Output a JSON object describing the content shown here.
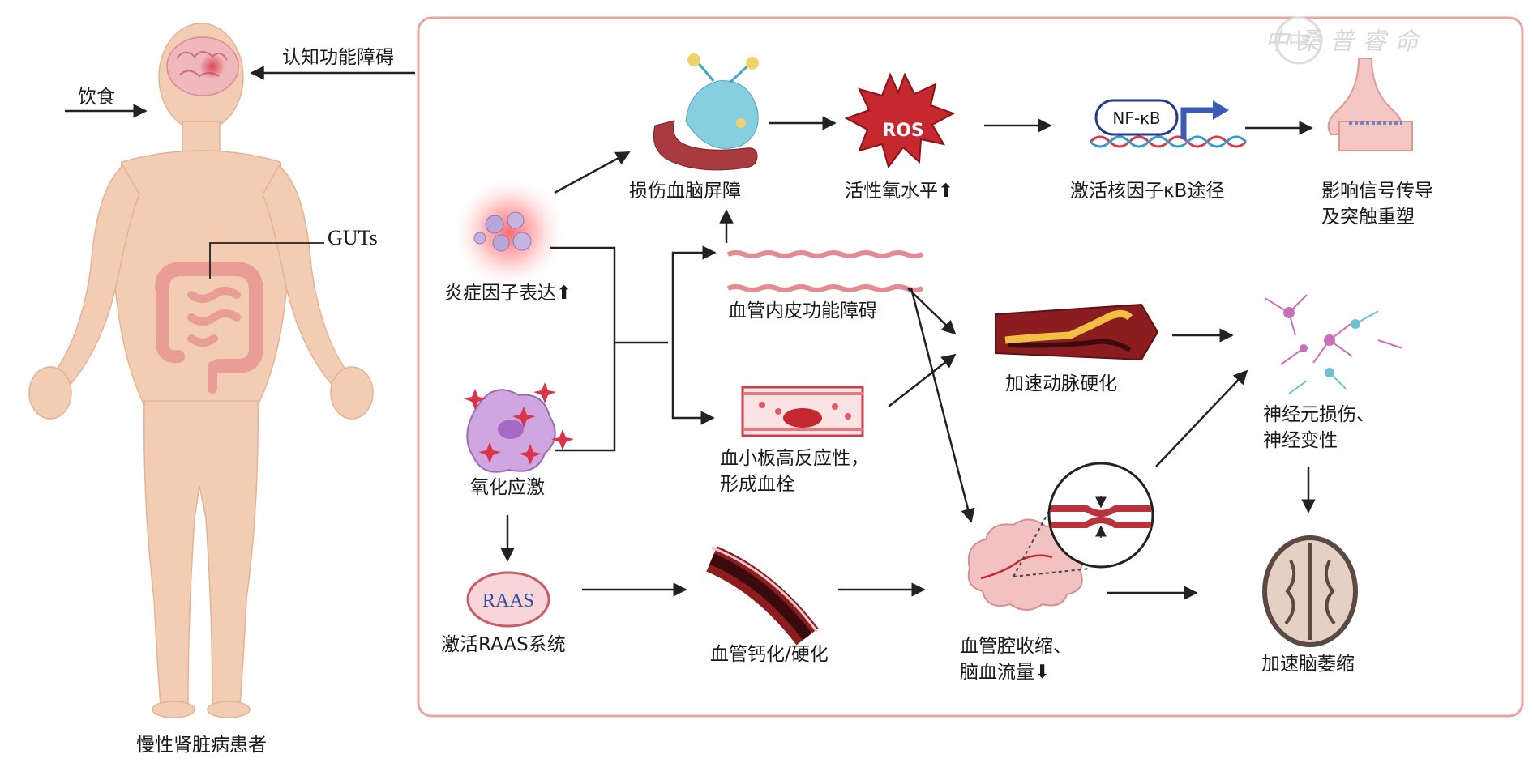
{
  "panel_border_color": "#e8a3a3",
  "arrow_color": "#222222",
  "body_color": "#f3cdb3",
  "watermark": {
    "text": "中桑普睿命",
    "seal": "中"
  },
  "human": {
    "diet": "饮食",
    "cognition": "认知功能障碍",
    "guts": "GUTs",
    "patient": "慢性肾脏病患者"
  },
  "nodes": {
    "inflammation": "炎症因子表达⬆",
    "oxidative": "氧化应激",
    "raas_badge": "RAAS",
    "raas": "激活RAAS系统",
    "bbb": "损伤血脑屏障",
    "ros_badge": "ROS",
    "ros": "活性氧水平⬆",
    "nfkb_badge": "NF-κB",
    "nfkb": "激活核因子κB途径",
    "synapse_line1": "影响信号传导",
    "synapse_line2": "及突触重塑",
    "endothelial": "血管内皮功能障碍",
    "platelet_line1": "血小板高反应性，",
    "platelet_line2": "形成血栓",
    "athero": "加速动脉硬化",
    "neuron_line1": "神经元损伤、",
    "neuron_line2": "神经变性",
    "calcification": "血管钙化/硬化",
    "lumen_line1": "血管腔收缩、",
    "lumen_line2": "脑血流量⬇",
    "atrophy": "加速脑萎缩"
  }
}
